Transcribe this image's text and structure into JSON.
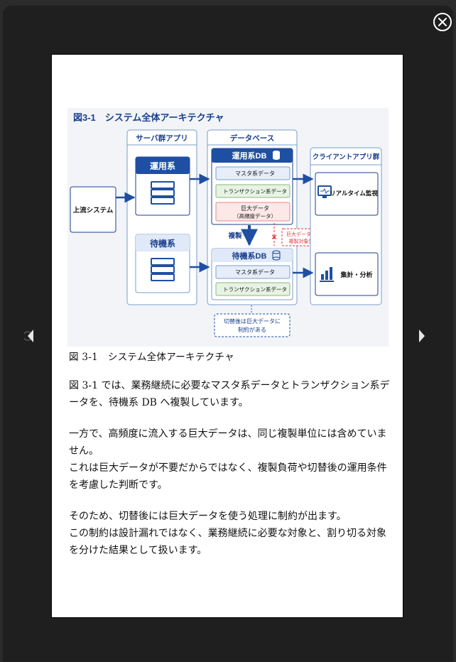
{
  "viewer": {
    "icons": {
      "close": "close-icon",
      "prev": "chevron-left-icon",
      "next": "chevron-right-icon"
    }
  },
  "figure": {
    "title": "図3-1　システム全体アーキテクチャ",
    "upstream": "上流システム",
    "server_group": "サーバ群アプリ",
    "active": "運用系",
    "standby": "待機系",
    "database": "データベース",
    "active_db": "運用系DB",
    "master_data": "マスタ系データ",
    "transaction_data": "トランザクション系データ",
    "huge_data_line1": "巨大データ",
    "huge_data_line2": "（高頻度データ）",
    "replication": "複製",
    "excluded_line1": "巨大データは",
    "excluded_line2": "複製対象外",
    "standby_db": "待機系DB",
    "client_group": "クライアントアプリ群",
    "realtime_monitor": "リアルタイム監視",
    "analytics": "集計・分析",
    "note_line1": "切替後は巨大データに",
    "note_line2": "制約がある"
  },
  "text": {
    "caption": "図 3-1　システム全体アーキテクチャ",
    "p1": "図 3-1 では、業務継続に必要なマスタ系データとトランザクション系データを、待機系 DB へ複製しています。",
    "p2a": "一方で、高頻度に流入する巨大データは、同じ複製単位には含めていません。",
    "p2b": "これは巨大データが不要だからではなく、複製負荷や切替後の運用条件を考慮した判断です。",
    "p3a": "そのため、切替後には巨大データを使う処理に制約が出ます。",
    "p3b": "この制約は設計漏れではなく、業務継続に必要な対象と、割り切る対象を分けた結果として扱います。"
  }
}
